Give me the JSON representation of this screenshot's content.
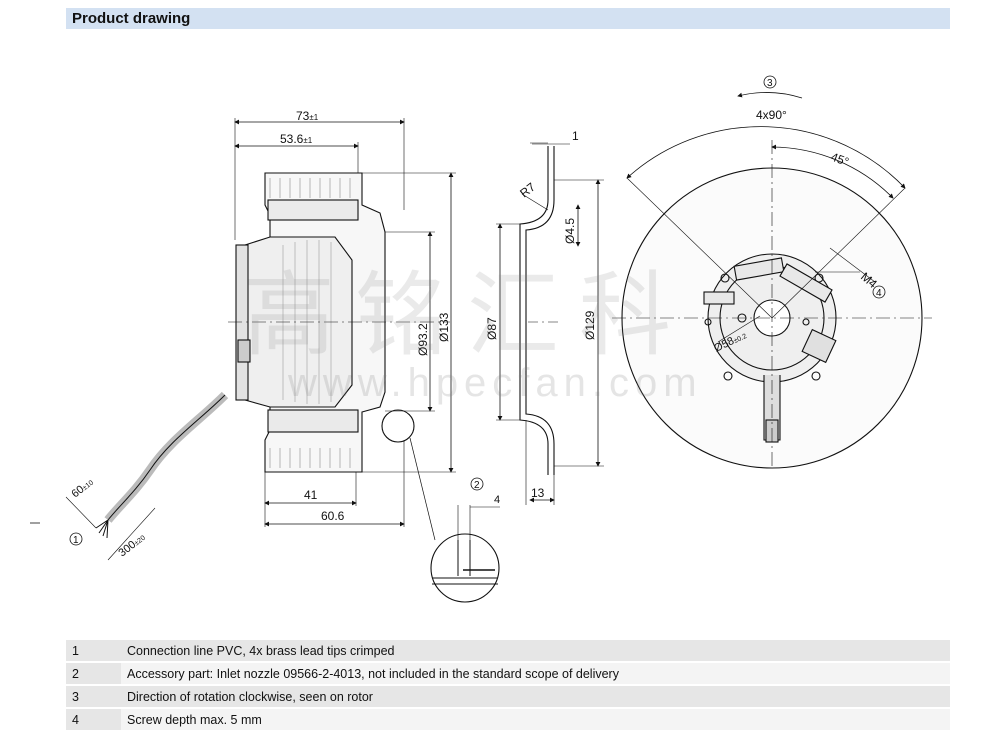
{
  "section": {
    "title": "Product drawing"
  },
  "watermark": {
    "cn": "高铭汇科",
    "url": "www.hpecfan.com"
  },
  "dimensions": {
    "overall_depth": "73",
    "overall_depth_tol": "±1",
    "rotor_depth": "53.6",
    "rotor_depth_tol": "±1",
    "diameter_932": "Ø93.2",
    "diameter_133": "Ø133",
    "cable_end": "60",
    "cable_end_tol": "±10",
    "cable_length": "300",
    "cable_length_tol": "±20",
    "d41": "41",
    "d606": "60.6",
    "nozzle_r": "R7",
    "nozzle_t": "1",
    "nozzle_h": "Ø4.5",
    "nozzle_inner": "Ø87",
    "nozzle_outer": "Ø129",
    "nozzle_depth": "13",
    "accessory_gap": "4",
    "angle_pattern": "4x90°",
    "angle_45": "45°",
    "screw": "M4",
    "bolt_circle": "Ø58",
    "bolt_circle_tol": "±0.2"
  },
  "callouts": {
    "c1": "1",
    "c2": "2",
    "c3": "3",
    "c4": "4"
  },
  "legend": [
    {
      "num": "1",
      "text": "Connection line PVC, 4x brass lead tips crimped"
    },
    {
      "num": "2",
      "text": "Accessory part: Inlet nozzle 09566-2-4013, not included in the standard scope of delivery"
    },
    {
      "num": "3",
      "text": "Direction of rotation clockwise, seen on rotor"
    },
    {
      "num": "4",
      "text": "Screw depth max. 5 mm"
    }
  ]
}
